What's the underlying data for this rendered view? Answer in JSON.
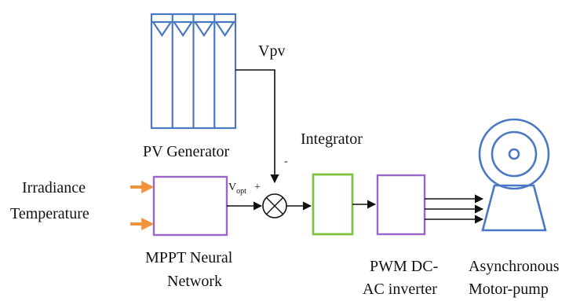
{
  "diagram": {
    "pv_generator": {
      "label": "PV Generator",
      "output_label": "Vpv",
      "color": "#4a78c2"
    },
    "inputs": {
      "irradiance": "Irradiance",
      "temperature": "Temperature",
      "arrow_color": "#f0953a"
    },
    "mppt": {
      "label_line1": "MPPT Neural",
      "label_line2": "Network",
      "output_label_main": "V",
      "output_label_sub": "opt",
      "color": "#9a64c8"
    },
    "summing_junction": {
      "plus_sign": "+",
      "minus_sign": "-"
    },
    "integrator": {
      "label": "Integrator",
      "color": "#7fbf3f"
    },
    "inverter": {
      "label_line1": "PWM DC-",
      "label_line2": "AC inverter",
      "color": "#9a64c8"
    },
    "motor": {
      "label_line1": "Asynchronous",
      "label_line2": "Motor-pump",
      "color": "#4a78c2"
    },
    "wire_color": "#111111"
  }
}
